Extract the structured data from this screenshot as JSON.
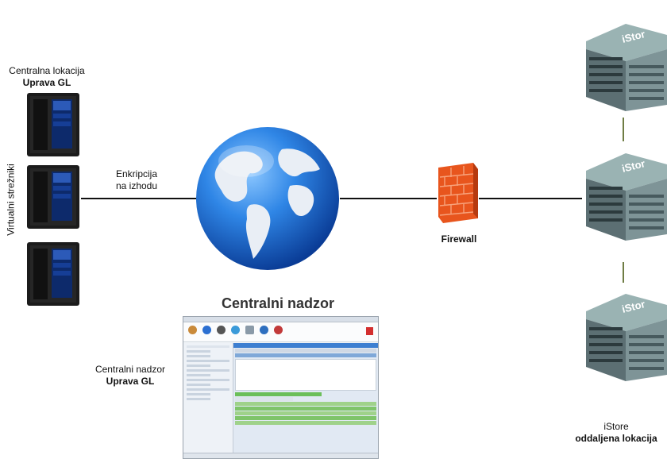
{
  "central": {
    "line1": "Centralna lokacija",
    "line2": "Uprava GL"
  },
  "vertical_label": "Virtualni strežniki",
  "encryption": {
    "line1": "Enkripcija",
    "line2": "na izhodu"
  },
  "firewall_label": "Firewall",
  "nadzor_title": "Centralni nadzor",
  "nadzor_side": {
    "line1": "Centralni nadzor",
    "line2": "Uprava GL"
  },
  "remote": {
    "line1": "iStore",
    "line2": "oddaljena lokacija"
  },
  "server_brand": "iStor",
  "colors": {
    "line": "#111111",
    "connector": "#6f7d44",
    "firewall": "#e8551d",
    "globe_ocean": "#1c6fd1",
    "globe_land": "#e9eef5"
  }
}
